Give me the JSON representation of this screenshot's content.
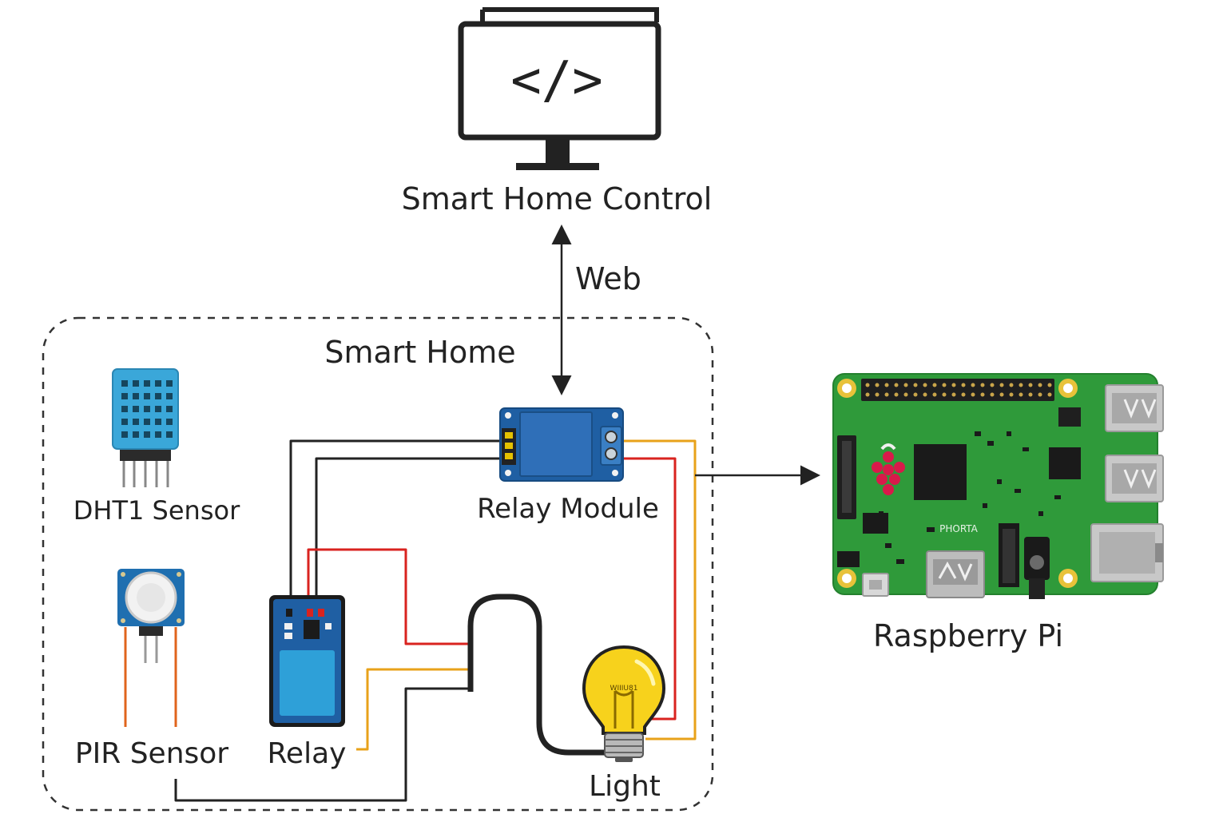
{
  "control": {
    "label": "Smart Home Control",
    "screen_glyph": "</>",
    "icon": "monitor-code-icon"
  },
  "link": {
    "label": "Web"
  },
  "smart_home": {
    "title": "Smart Home",
    "components": {
      "dht": {
        "label": "DHT1 Sensor",
        "icon": "dht-sensor-icon"
      },
      "pir": {
        "label": "PIR Sensor",
        "icon": "pir-sensor-icon"
      },
      "relay": {
        "label": "Relay",
        "icon": "relay-board-icon"
      },
      "relay_module": {
        "label": "Relay Module",
        "icon": "relay-module-icon"
      },
      "light": {
        "label": "Light",
        "bulb_text": "WIIIU81",
        "icon": "light-bulb-icon"
      }
    }
  },
  "raspberry_pi": {
    "label": "Raspberry Pi",
    "board_text": "PHORTA",
    "icon": "raspberry-pi-board-icon"
  },
  "colors": {
    "wire_black": "#222222",
    "wire_red": "#d9231f",
    "wire_orange": "#e8a21a",
    "sensor_blue": "#3aa7d9",
    "module_blue": "#1f5fa3",
    "pcb_green": "#2f9a3a",
    "bulb_yellow": "#f7d21c"
  }
}
